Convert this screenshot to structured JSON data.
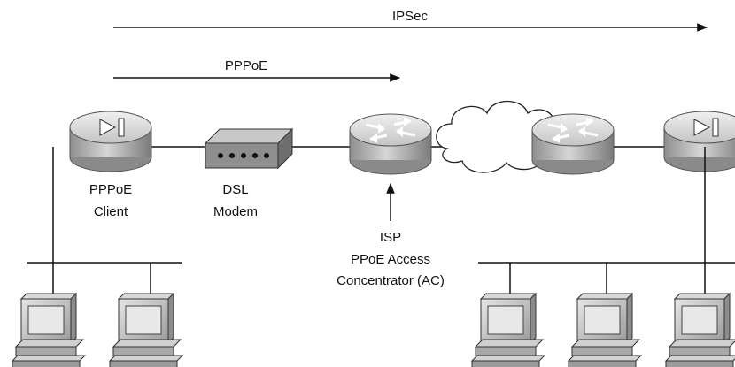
{
  "labels": {
    "ipsec": "IPSec",
    "pppoe": "PPPoE",
    "client_line1": "PPPoE",
    "client_line2": "Client",
    "modem_line1": "DSL",
    "modem_line2": "Modem",
    "isp_line1": "ISP",
    "isp_line2": "PPoE Access",
    "isp_line3": "Concentrator (AC)"
  },
  "colors": {
    "device_body": "#b8b8b8",
    "device_top": "#e2e2e2",
    "modem_body": "#8a8a8a",
    "line": "#111111"
  },
  "icons": {
    "client_device": "vpn-concentrator-icon",
    "modem": "dsl-modem-icon",
    "isp_router": "router-icon",
    "remote_router": "router-icon",
    "remote_device": "vpn-concentrator-icon",
    "internet": "cloud-icon",
    "hosts": "workstation-icon"
  }
}
